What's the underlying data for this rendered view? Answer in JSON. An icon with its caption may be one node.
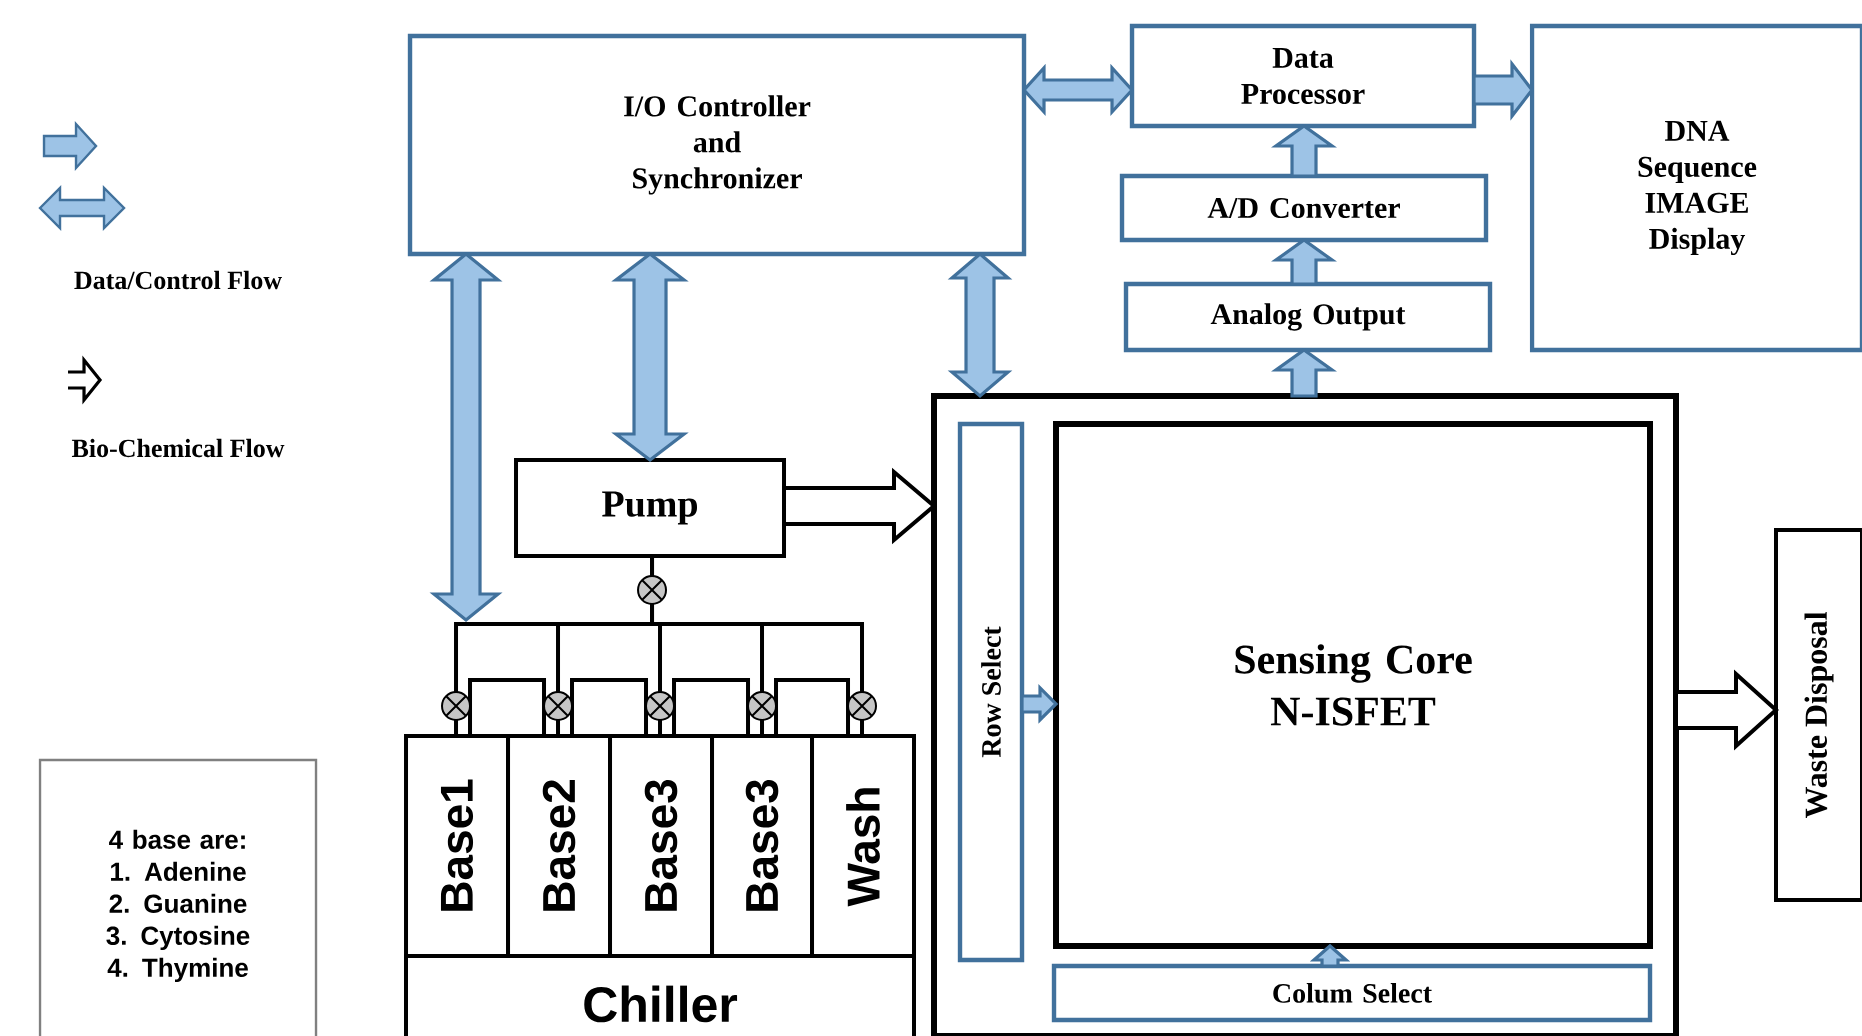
{
  "diagram": {
    "nodes": [
      {
        "text": [
          "I/O Controller and Synchronizer"
        ]
      },
      {
        "text": [
          "Data Processor"
        ]
      },
      {
        "text": [
          "A/D Converter"
        ]
      },
      {
        "text": [
          "Analog Output"
        ]
      },
      {
        "text": [
          "DNA Sequence IMAGE Display"
        ]
      },
      {
        "text": [],
        "shape": "box"
      },
      {
        "text": [
          "Row Select"
        ],
        "in": 5
      },
      {
        "text": [
          "Sensing Core N-ISFET"
        ],
        "in": 5
      },
      {
        "text": [
          "Colum Select"
        ],
        "in": 5
      },
      {
        "text": [
          "Waste Disposal"
        ]
      },
      {
        "text": [
          "Pump"
        ]
      },
      {
        "text": [
          "Base1"
        ]
      },
      {
        "text": [
          "Base2"
        ]
      },
      {
        "text": [
          "Base3"
        ]
      },
      {
        "text": [
          "Base3"
        ]
      },
      {
        "text": [
          "Wash"
        ]
      },
      {
        "text": [
          "Chiller"
        ]
      },
      {
        "text": [
          "4 base are:",
          "1. Adenine",
          "2. Guanine",
          "3. Cytosine",
          "4. Thymine"
        ]
      }
    ],
    "edges": [
      {
        "from": 0,
        "to": 1,
        "arrow": "both"
      },
      {
        "from": 1,
        "to": 4,
        "arrow": "to"
      },
      {
        "from": 2,
        "to": 1,
        "arrow": "to"
      },
      {
        "from": 3,
        "to": 2,
        "arrow": "to"
      },
      {
        "from": 5,
        "to": 3,
        "arrow": "to"
      },
      {
        "from": 0,
        "to": 5,
        "arrow": "both"
      },
      {
        "from": 0,
        "to": 10,
        "arrow": "both"
      },
      {
        "from": 0,
        "to": null,
        "arrow": "both"
      },
      {
        "from": 10,
        "to": 5,
        "arrow": "to",
        "color": "#000000"
      },
      {
        "from": 5,
        "to": 9,
        "arrow": "to",
        "color": "#000000"
      },
      {
        "from": 6,
        "to": 7,
        "arrow": "to"
      },
      {
        "from": 8,
        "to": 7,
        "arrow": "to"
      },
      {
        "from": 10,
        "to": 11,
        "arrow": "none",
        "color": "#000000"
      },
      {
        "from": 10,
        "to": 12,
        "arrow": "none",
        "color": "#000000"
      },
      {
        "from": 10,
        "to": 13,
        "arrow": "none",
        "color": "#000000"
      },
      {
        "from": 10,
        "to": 14,
        "arrow": "none",
        "color": "#000000"
      },
      {
        "from": 10,
        "to": 15,
        "arrow": "none",
        "color": "#000000"
      }
    ],
    "legend": [
      {
        "text": "Data/Control Flow"
      },
      {
        "text": "Bio-Chemical Flow"
      }
    ]
  }
}
